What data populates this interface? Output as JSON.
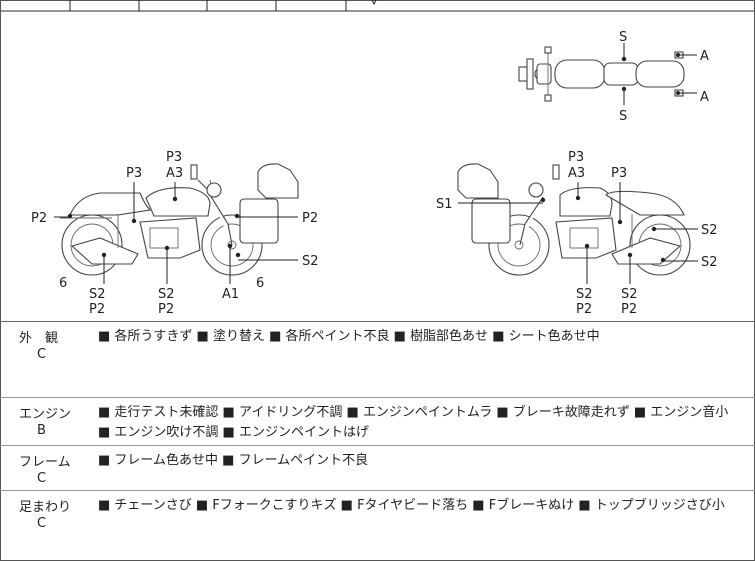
{
  "diagram": {
    "top_view_labels": [
      "S",
      "S",
      "A",
      "A"
    ],
    "left_view_labels": [
      "P3",
      "A3",
      "P3",
      "P2",
      "P2",
      "S2",
      "6",
      "6",
      "S2",
      "P2",
      "S2",
      "P2",
      "A1"
    ],
    "right_view_labels": [
      "P3",
      "A3",
      "P3",
      "S1",
      "S2",
      "S2",
      "S2",
      "P2",
      "S2",
      "P2"
    ]
  },
  "sections": [
    {
      "category": "外　観",
      "grade": "C",
      "description": "■ 各所うすきず ■ 塗り替え ■ 各所ペイント不良 ■ 樹脂部色あせ ■ シート色あせ中"
    },
    {
      "category": "エンジン",
      "grade": "B",
      "description": "■ 走行テスト未確認 ■ アイドリング不調 ■ エンジンペイントムラ ■ ブレーキ故障走れず ■ エンジン音小 ■ エンジン吹け不調 ■ エンジンペイントはげ"
    },
    {
      "category": "フレーム",
      "grade": "C",
      "description": "■ フレーム色あせ中 ■ フレームペイント不良"
    },
    {
      "category": "足まわり",
      "grade": "C",
      "description": "■ チェーンさび ■ Fフォークこすりキズ ■ Fタイヤビード落ち ■ Fブレーキぬけ ■ トップブリッジさび小"
    }
  ]
}
